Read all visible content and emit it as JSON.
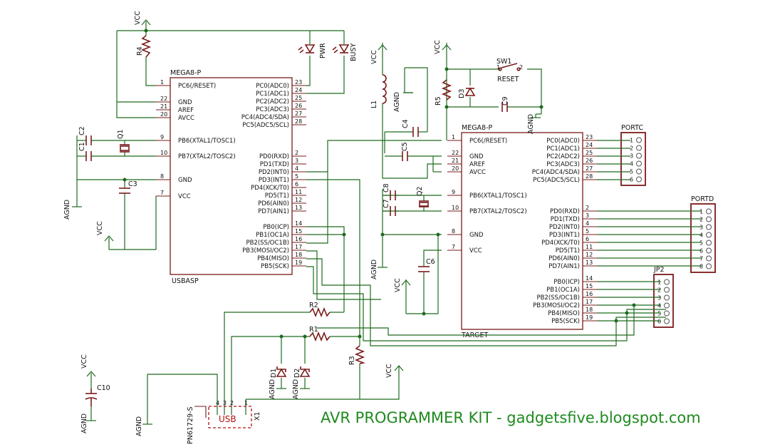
{
  "title": "AVR PROGRAMMER KIT - gadgetsfive.blogspot.com",
  "usbasp": {
    "part": "MEGA8-P",
    "name": "USBASP",
    "left_pins": [
      {
        "num": "1",
        "name": "PC6(/RESET)"
      },
      {
        "num": "22",
        "name": "GND"
      },
      {
        "num": "21",
        "name": "AREF"
      },
      {
        "num": "20",
        "name": "AVCC"
      },
      {
        "num": "9",
        "name": "PB6(XTAL1/TOSC1)"
      },
      {
        "num": "10",
        "name": "PB7(XTAL2/TOSC2)"
      },
      {
        "num": "8",
        "name": "GND"
      },
      {
        "num": "7",
        "name": "VCC"
      }
    ],
    "right_pins": [
      {
        "num": "23",
        "name": "PC0(ADC0)"
      },
      {
        "num": "24",
        "name": "PC1(ADC1)"
      },
      {
        "num": "25",
        "name": "PC2(ADC2)"
      },
      {
        "num": "26",
        "name": "PC3(ADC3)"
      },
      {
        "num": "27",
        "name": "PC4(ADC4/SDA)"
      },
      {
        "num": "28",
        "name": "PC5(ADC5/SCL)"
      },
      {
        "num": "2",
        "name": "PD0(RXD)"
      },
      {
        "num": "3",
        "name": "PD1(TXD)"
      },
      {
        "num": "4",
        "name": "PD2(INT0)"
      },
      {
        "num": "5",
        "name": "PD3(INT1)"
      },
      {
        "num": "6",
        "name": "PD4(XCK/T0)"
      },
      {
        "num": "11",
        "name": "PD5(T1)"
      },
      {
        "num": "12",
        "name": "PD6(AIN0)"
      },
      {
        "num": "13",
        "name": "PD7(AIN1)"
      },
      {
        "num": "14",
        "name": "PB0(ICP)"
      },
      {
        "num": "15",
        "name": "PB1(OC1A)"
      },
      {
        "num": "16",
        "name": "PB2(SS/OC1B)"
      },
      {
        "num": "17",
        "name": "PB3(MOSI/OC2)"
      },
      {
        "num": "18",
        "name": "PB4(MISO)"
      },
      {
        "num": "19",
        "name": "PB5(SCK)"
      }
    ]
  },
  "target": {
    "part": "MEGA8-P",
    "name": "TARGET",
    "left_pins": [
      {
        "num": "1",
        "name": "PC6(/RESET)"
      },
      {
        "num": "22",
        "name": "GND"
      },
      {
        "num": "21",
        "name": "AREF"
      },
      {
        "num": "20",
        "name": "AVCC"
      },
      {
        "num": "9",
        "name": "PB6(XTAL1/TOSC1)"
      },
      {
        "num": "10",
        "name": "PB7(XTAL2/TOSC2)"
      },
      {
        "num": "8",
        "name": "GND"
      },
      {
        "num": "7",
        "name": "VCC"
      }
    ],
    "right_pins": [
      {
        "num": "23",
        "name": "PC0(ADC0)"
      },
      {
        "num": "24",
        "name": "PC1(ADC1)"
      },
      {
        "num": "25",
        "name": "PC2(ADC2)"
      },
      {
        "num": "26",
        "name": "PC3(ADC3)"
      },
      {
        "num": "27",
        "name": "PC4(ADC4/SDA)"
      },
      {
        "num": "28",
        "name": "PC5(ADC5/SCL)"
      },
      {
        "num": "2",
        "name": "PD0(RXD)"
      },
      {
        "num": "3",
        "name": "PD1(TXD)"
      },
      {
        "num": "4",
        "name": "PD2(INT0)"
      },
      {
        "num": "5",
        "name": "PD3(INT1)"
      },
      {
        "num": "6",
        "name": "PD4(XCK/T0)"
      },
      {
        "num": "11",
        "name": "PD5(T1)"
      },
      {
        "num": "12",
        "name": "PD6(AIN0)"
      },
      {
        "num": "13",
        "name": "PD7(AIN1)"
      },
      {
        "num": "14",
        "name": "PB0(ICP)"
      },
      {
        "num": "15",
        "name": "PB1(OC1A)"
      },
      {
        "num": "16",
        "name": "PB2(SS/OC1B)"
      },
      {
        "num": "17",
        "name": "PB3(MOSI/OC2)"
      },
      {
        "num": "18",
        "name": "PB4(MISO)"
      },
      {
        "num": "19",
        "name": "PB5(SCK)"
      }
    ]
  },
  "headers": {
    "portc": {
      "name": "PORTC",
      "pins": [
        "1",
        "2",
        "3",
        "4",
        "5",
        "6"
      ]
    },
    "portd": {
      "name": "PORTD",
      "pins": [
        "1",
        "2",
        "3",
        "4",
        "5",
        "6",
        "7",
        "8"
      ]
    },
    "jp2": {
      "name": "JP2",
      "pins": [
        "1",
        "2",
        "3",
        "4",
        "5",
        "6"
      ]
    }
  },
  "labels": {
    "vcc": "VCC",
    "agnd": "AGND",
    "r1": "R1",
    "r2": "R2",
    "r3": "R3",
    "r4": "R4",
    "r5": "R5",
    "c1": "C1",
    "c2": "C2",
    "c3": "C3",
    "c4": "C4",
    "c5": "C5",
    "c6": "C6",
    "c7": "C7",
    "c8": "C8",
    "c9": "C9",
    "c10": "C10",
    "q1": "Q1",
    "q2": "Q2",
    "d1": "D1",
    "d2": "D2",
    "d3": "D3",
    "l1": "L1",
    "sw1": "SW1",
    "sw_reset": "RESET",
    "sw_p1": "1",
    "sw_p2": "2",
    "pwr": "PWR",
    "busy": "BUSY",
    "usb": "USB",
    "usb_part": "PN61729-S",
    "usb_ref": "X1",
    "usb_pins": [
      "4",
      "3",
      "2",
      "1"
    ]
  }
}
